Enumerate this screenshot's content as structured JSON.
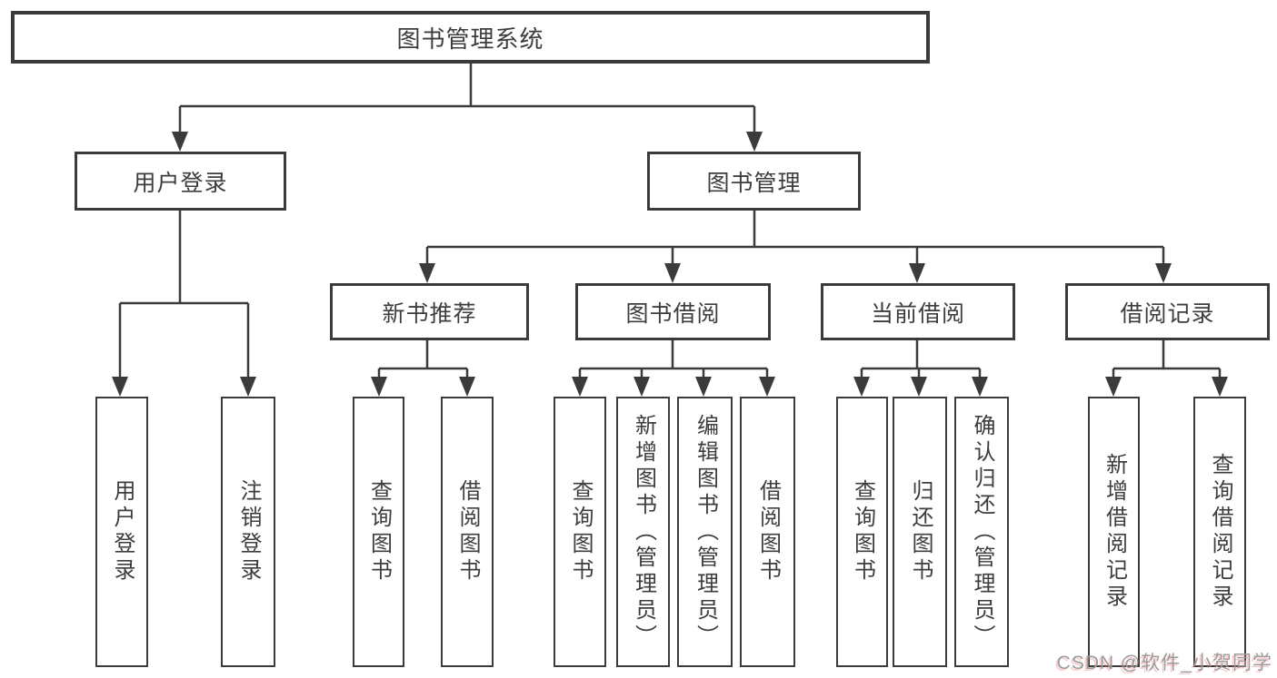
{
  "colors": {
    "line": "#3b3b3b",
    "text": "#3d3d3d",
    "watermark": "#9c9c9c"
  },
  "tree": {
    "root": "图书管理系统",
    "branches": [
      {
        "label": "用户登录",
        "children": [
          "用户登录",
          "注销登录"
        ]
      },
      {
        "label": "图书管理",
        "groups": [
          {
            "label": "新书推荐",
            "children": [
              "查询图书",
              "借阅图书"
            ]
          },
          {
            "label": "图书借阅",
            "children": [
              "查询图书",
              "新增图书（管理员）",
              "编辑图书（管理员）",
              "借阅图书"
            ]
          },
          {
            "label": "当前借阅",
            "children": [
              "查询图书",
              "归还图书",
              "确认归还（管理员）"
            ]
          },
          {
            "label": "借阅记录",
            "children": [
              "新增借阅记录",
              "查询借阅记录"
            ]
          }
        ]
      }
    ]
  },
  "watermark": {
    "text": "CSDN @软件_小贺同学"
  }
}
